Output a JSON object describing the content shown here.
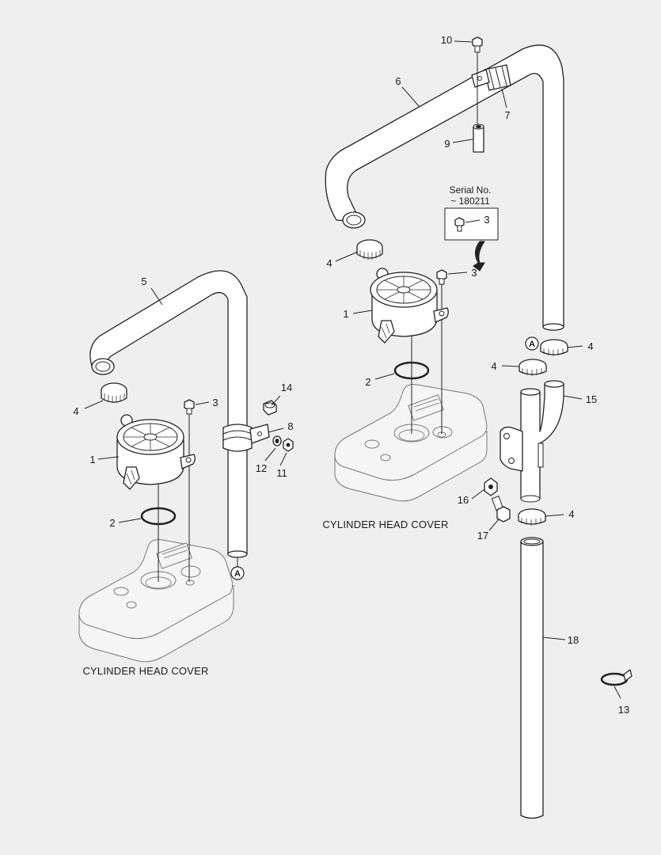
{
  "callouts": {
    "c1_left": "1",
    "c2_left": "2",
    "c3_left": "3",
    "c4_left": "4",
    "c5": "5",
    "c8": "8",
    "c11": "11",
    "c12": "12",
    "c14": "14",
    "c1_right": "1",
    "c2_right": "2",
    "c3_right": "3",
    "c3_serial": "3",
    "c4_right_top": "4",
    "c4_right_a": "4",
    "c4_right_b": "4",
    "c4_right_c": "4",
    "c6": "6",
    "c7": "7",
    "c9": "9",
    "c10": "10",
    "c13": "13",
    "c15": "15",
    "c16": "16",
    "c17": "17",
    "c18": "18"
  },
  "ref_marks": {
    "left_a": "A",
    "right_a": "A"
  },
  "captions": {
    "left": "CYLINDER HEAD COVER",
    "right": "CYLINDER HEAD COVER"
  },
  "serial_box": {
    "title": "Serial No.",
    "range": "~ 180211"
  },
  "icons": {
    "bolt": "hex-bolt-icon",
    "clamp": "hose-clamp-icon",
    "breather": "breather-filter-icon",
    "oring": "o-ring-icon"
  }
}
